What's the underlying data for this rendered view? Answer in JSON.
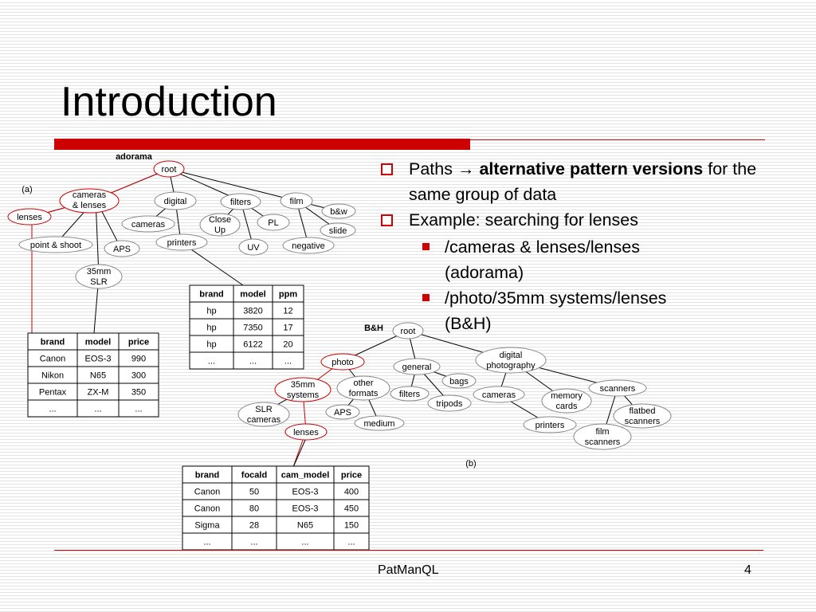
{
  "slide": {
    "title": "Introduction",
    "footer": "PatManQL",
    "page_number": "4"
  },
  "bullets": {
    "b1_pre": "Paths → ",
    "b1_bold": "alternative pattern versions",
    "b1_post": " for the same group of data",
    "b2": "Example: searching for lenses",
    "sub1_line1": "/cameras & lenses/lenses",
    "sub1_line2": "(adorama)",
    "sub2_line1": "/photo/35mm systems/lenses",
    "sub2_line2": "(B&H)"
  },
  "diagram_a": {
    "site": "adorama",
    "label": "(a)",
    "nodes": {
      "root": "root",
      "cameras_lenses_1": "cameras",
      "cameras_lenses_2": "& lenses",
      "digital": "digital",
      "filters": "filters",
      "film": "film",
      "lenses": "lenses",
      "cameras": "cameras",
      "closeup_1": "Close",
      "closeup_2": "Up",
      "pl": "PL",
      "bw": "b&w",
      "slide": "slide",
      "point_shoot": "point & shoot",
      "aps": "APS",
      "printers": "printers",
      "uv": "UV",
      "negative": "negative",
      "mm35_1": "35mm",
      "mm35_2": "SLR"
    },
    "printer_table": {
      "headers": [
        "brand",
        "model",
        "ppm"
      ],
      "rows": [
        [
          "hp",
          "3820",
          "12"
        ],
        [
          "hp",
          "7350",
          "17"
        ],
        [
          "hp",
          "6122",
          "20"
        ],
        [
          "...",
          "...",
          "..."
        ]
      ]
    },
    "lens_table": {
      "headers": [
        "brand",
        "model",
        "price"
      ],
      "rows": [
        [
          "Canon",
          "EOS-3",
          "990"
        ],
        [
          "Nikon",
          "N65",
          "300"
        ],
        [
          "Pentax",
          "ZX-M",
          "350"
        ],
        [
          "...",
          "...",
          "..."
        ]
      ]
    }
  },
  "diagram_b": {
    "site": "B&H",
    "label": "(b)",
    "nodes": {
      "root": "root",
      "photo": "photo",
      "general": "general",
      "digital_1": "digital",
      "digital_2": "photography",
      "mm35_1": "35mm",
      "mm35_2": "systems",
      "other_1": "other",
      "other_2": "formats",
      "bags": "bags",
      "filters": "filters",
      "cameras": "cameras",
      "memory_1": "memory",
      "memory_2": "cards",
      "scanners": "scanners",
      "tripods": "tripods",
      "slr_1": "SLR",
      "slr_2": "cameras",
      "aps": "APS",
      "medium": "medium",
      "printers": "printers",
      "flatbed_1": "flatbed",
      "flatbed_2": "scanners",
      "lenses": "lenses",
      "filmscan_1": "film",
      "filmscan_2": "scanners"
    },
    "lens_table": {
      "headers": [
        "brand",
        "focald",
        "cam_model",
        "price"
      ],
      "rows": [
        [
          "Canon",
          "50",
          "EOS-3",
          "400"
        ],
        [
          "Canon",
          "80",
          "EOS-3",
          "450"
        ],
        [
          "Sigma",
          "28",
          "N65",
          "150"
        ],
        [
          "...",
          "...",
          "...",
          "..."
        ]
      ]
    }
  }
}
